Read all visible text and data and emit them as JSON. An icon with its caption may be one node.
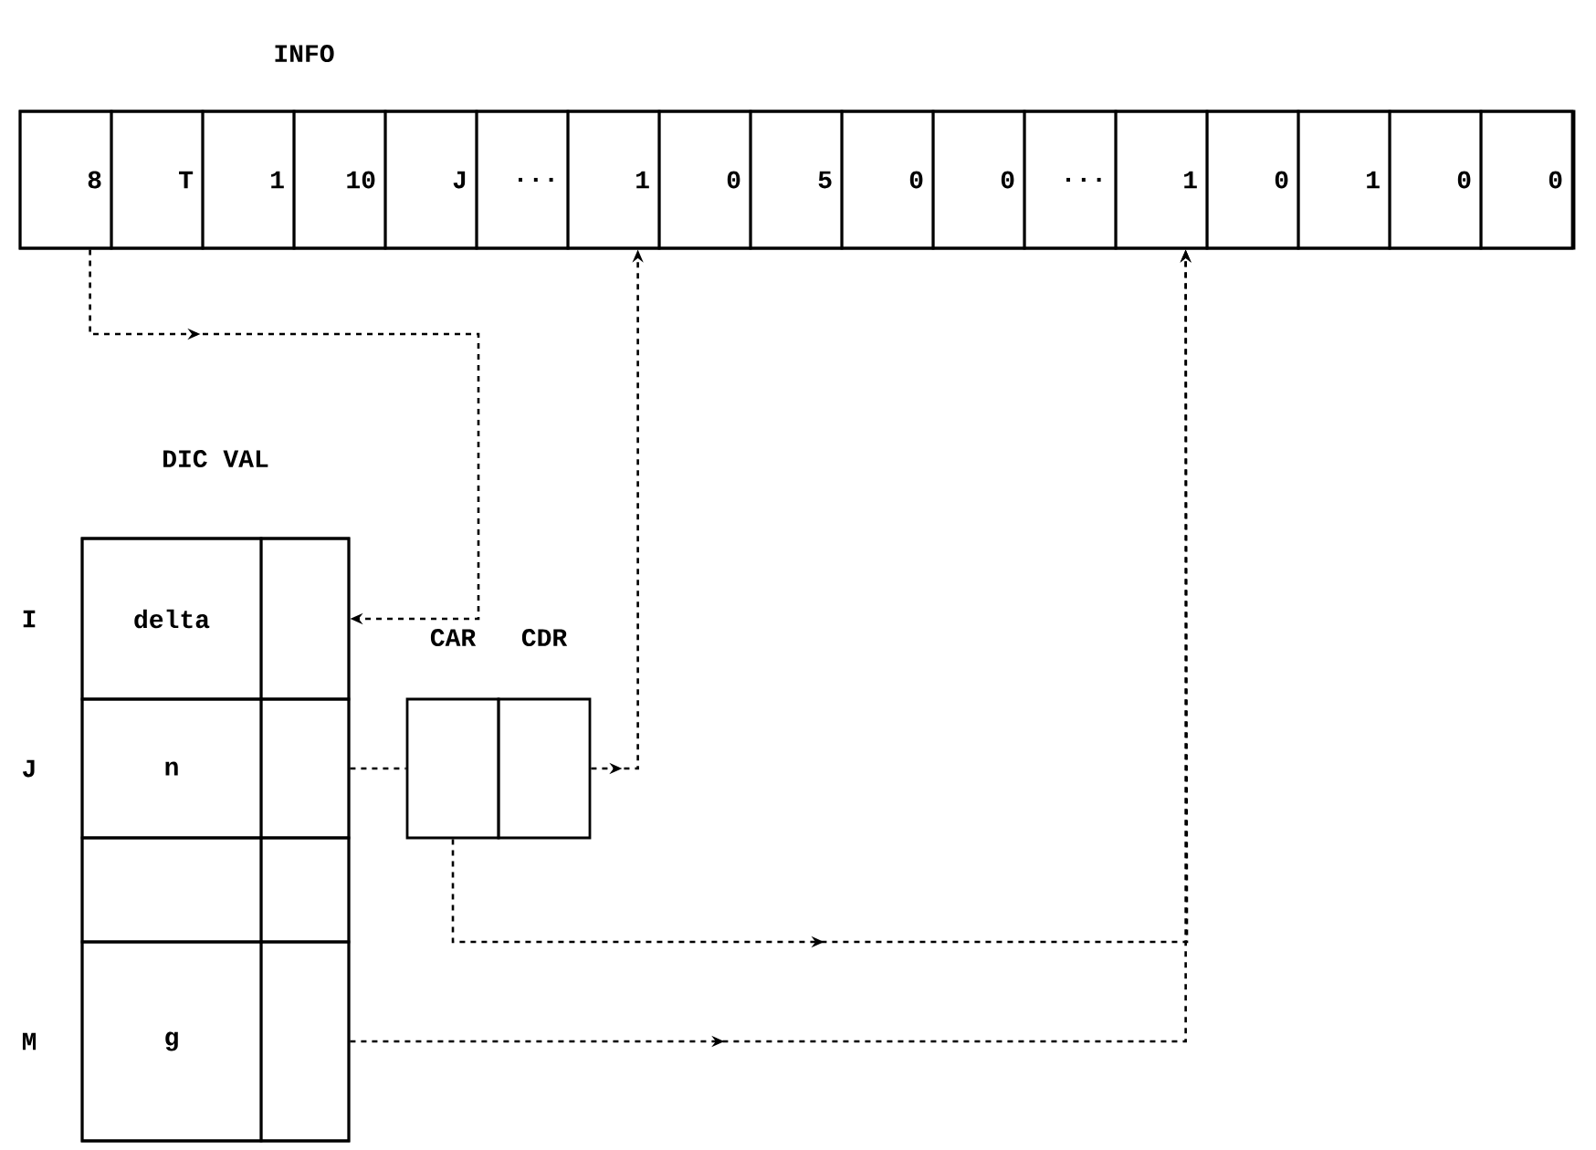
{
  "diagram": {
    "nodes": [
      {
        "text": [
          "INFO"
        ]
      },
      {
        "text": [
          "8"
        ],
        "in": 0
      },
      {
        "text": [
          "T"
        ],
        "in": 0
      },
      {
        "text": [
          "1"
        ],
        "in": 0
      },
      {
        "text": [
          "10"
        ],
        "in": 0
      },
      {
        "text": [
          "J"
        ],
        "in": 0
      },
      {
        "text": [
          "..."
        ],
        "in": 0
      },
      {
        "text": [
          "1"
        ],
        "in": 0
      },
      {
        "text": [
          "0"
        ],
        "in": 0
      },
      {
        "text": [
          "5"
        ],
        "in": 0
      },
      {
        "text": [
          "0"
        ],
        "in": 0
      },
      {
        "text": [
          "0"
        ],
        "in": 0
      },
      {
        "text": [
          "..."
        ],
        "in": 0
      },
      {
        "text": [
          "1"
        ],
        "in": 0
      },
      {
        "text": [
          "0"
        ],
        "in": 0
      },
      {
        "text": [
          "1"
        ],
        "in": 0
      },
      {
        "text": [
          "0"
        ],
        "in": 0
      },
      {
        "text": [
          "0"
        ],
        "in": 0
      },
      {
        "text": [
          "DIC VAL"
        ]
      },
      {
        "text": [
          "delta"
        ],
        "in": 18,
        "beside": [
          "I"
        ]
      },
      {
        "text": [],
        "shape": "box",
        "in": 18
      },
      {
        "text": [
          "n"
        ],
        "in": 18,
        "beside": [
          "J"
        ]
      },
      {
        "text": [],
        "shape": "box",
        "in": 18
      },
      {
        "text": [],
        "shape": "box",
        "in": 18
      },
      {
        "text": [],
        "shape": "box",
        "in": 18
      },
      {
        "text": [
          "g"
        ],
        "in": 18,
        "beside": [
          "M"
        ]
      },
      {
        "text": [],
        "shape": "box",
        "in": 18
      },
      {
        "text": [
          "CAR"
        ]
      },
      {
        "text": [
          "CDR"
        ]
      }
    ],
    "edges": [
      {
        "from": 1,
        "to": 20,
        "arrow": "to"
      },
      {
        "from": 22,
        "to": 27,
        "arrow": "none"
      },
      {
        "from": 28,
        "to": 7,
        "arrow": "to"
      },
      {
        "from": 27,
        "to": 13,
        "arrow": "to"
      },
      {
        "from": 26,
        "to": 13,
        "arrow": "to"
      }
    ]
  }
}
